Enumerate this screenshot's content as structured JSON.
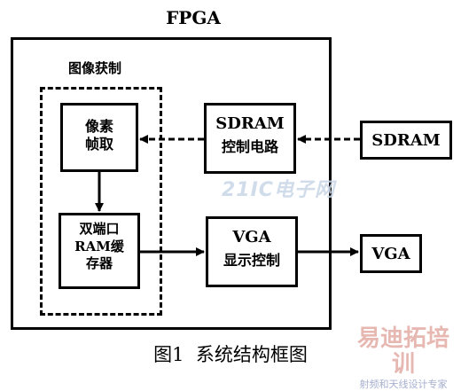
{
  "fpga_label": "FPGA",
  "image_capture_label": "图像获制",
  "blocks": {
    "pixel_read": "像素\n帧取",
    "dual_port_ram": "双端口\nRAM缓\n存器",
    "sdram_ctrl_title": "SDRAM",
    "sdram_ctrl_sub": "控制电路",
    "vga_ctrl_title": "VGA",
    "vga_ctrl_sub": "显示控制",
    "sdram_ext": "SDRAM",
    "vga_ext": "VGA"
  },
  "watermark_center": "21IC电子网",
  "watermark_corner": "易迪拓培训",
  "watermark_corner_sub": "射频和天线设计专家",
  "caption": "图1  系统结构框图"
}
